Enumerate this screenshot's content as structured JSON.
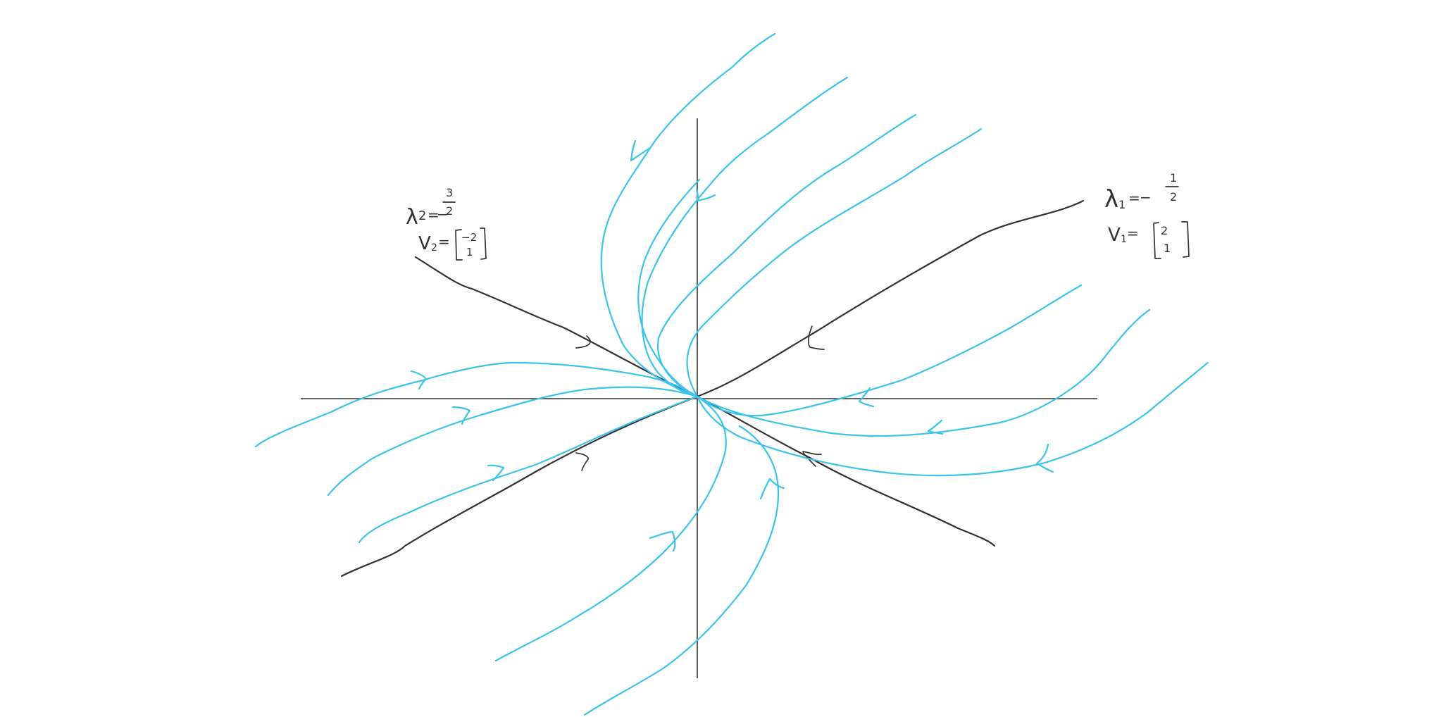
{
  "colors": {
    "axis": "#333333",
    "eigenline": "#333333",
    "trajectory": "#3cc3ea",
    "background": "#ffffff"
  },
  "eigen": {
    "one": {
      "lambda_prefix": "λ",
      "lambda_index": "1",
      "lambda_eq": "=",
      "lambda_sign": "−",
      "lambda_num": "1",
      "lambda_den": "2",
      "vector_prefix": "V",
      "vector_index": "1",
      "vector_eq": "=",
      "vector_top": "2",
      "vector_bottom": "1"
    },
    "two": {
      "lambda_prefix": "λ",
      "lambda_index": "2",
      "lambda_eq": "=",
      "lambda_sign": "−",
      "lambda_num": "3",
      "lambda_den": "2",
      "vector_prefix": "V",
      "vector_index": "2",
      "vector_eq": "=",
      "vector_top": "−2",
      "vector_bottom": "1"
    }
  }
}
